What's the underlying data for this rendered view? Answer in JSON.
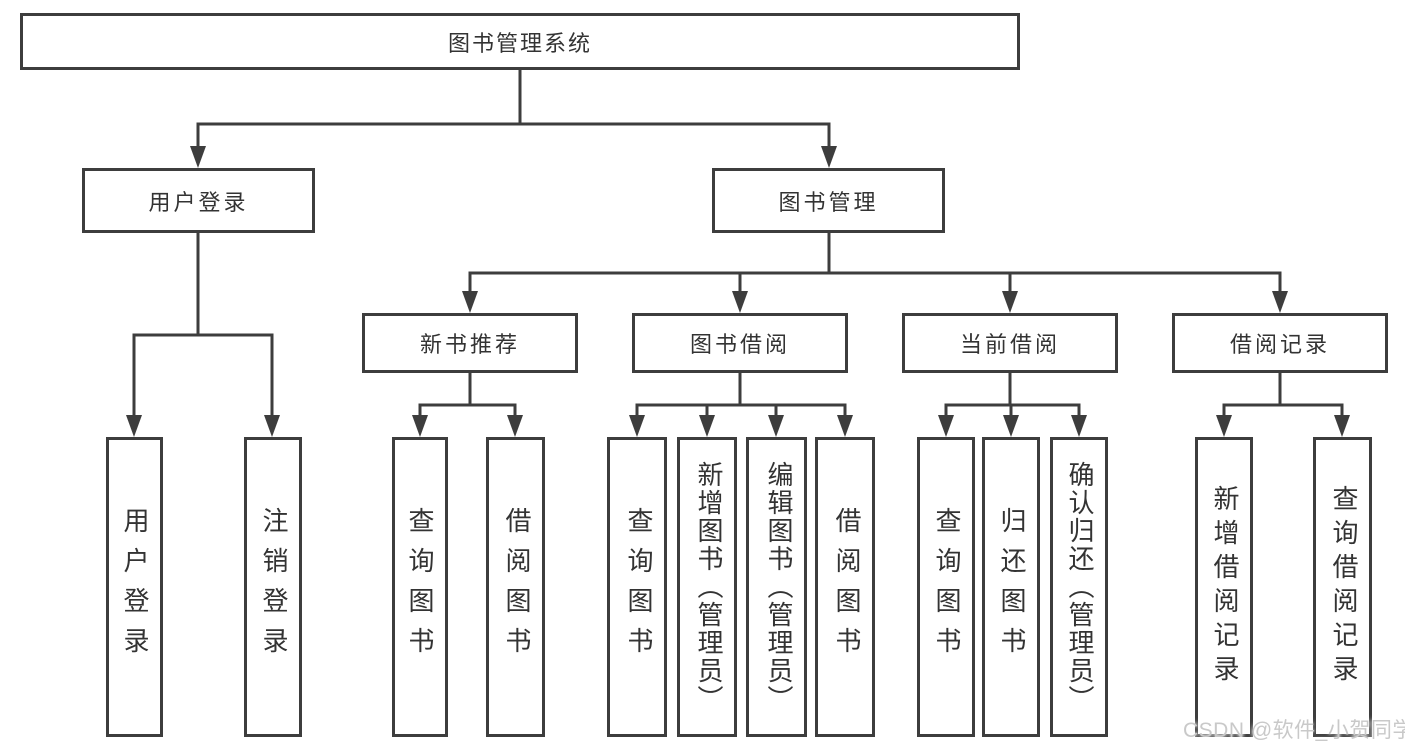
{
  "root": {
    "label": "图书管理系统"
  },
  "level2": {
    "user_login": {
      "label": "用户登录"
    },
    "book_mgmt": {
      "label": "图书管理"
    }
  },
  "level3": {
    "new_book": {
      "label": "新书推荐"
    },
    "book_borrow": {
      "label": "图书借阅"
    },
    "current_borrow": {
      "label": "当前借阅"
    },
    "borrow_records": {
      "label": "借阅记录"
    }
  },
  "leaves": {
    "user_login": {
      "label": "用户登录"
    },
    "logout": {
      "label": "注销登录"
    },
    "nb_query": {
      "label": "查询图书"
    },
    "nb_borrow": {
      "label": "借阅图书"
    },
    "bb_query": {
      "label": "查询图书"
    },
    "bb_add": {
      "label": "新增图书（管理员）"
    },
    "bb_edit": {
      "label": "编辑图书（管理员）"
    },
    "bb_borrow": {
      "label": "借阅图书"
    },
    "cb_query": {
      "label": "查询图书"
    },
    "cb_return": {
      "label": "归还图书"
    },
    "cb_confirm": {
      "label": "确认归还（管理员）"
    },
    "rec_add": {
      "label": "新增借阅记录"
    },
    "rec_query": {
      "label": "查询借阅记录"
    }
  },
  "watermark": "CSDN @软件_小贺同学",
  "colors": {
    "line": "#3d3d3d",
    "text": "#333333",
    "watermark": "#c9c9c9",
    "background": "#ffffff"
  }
}
